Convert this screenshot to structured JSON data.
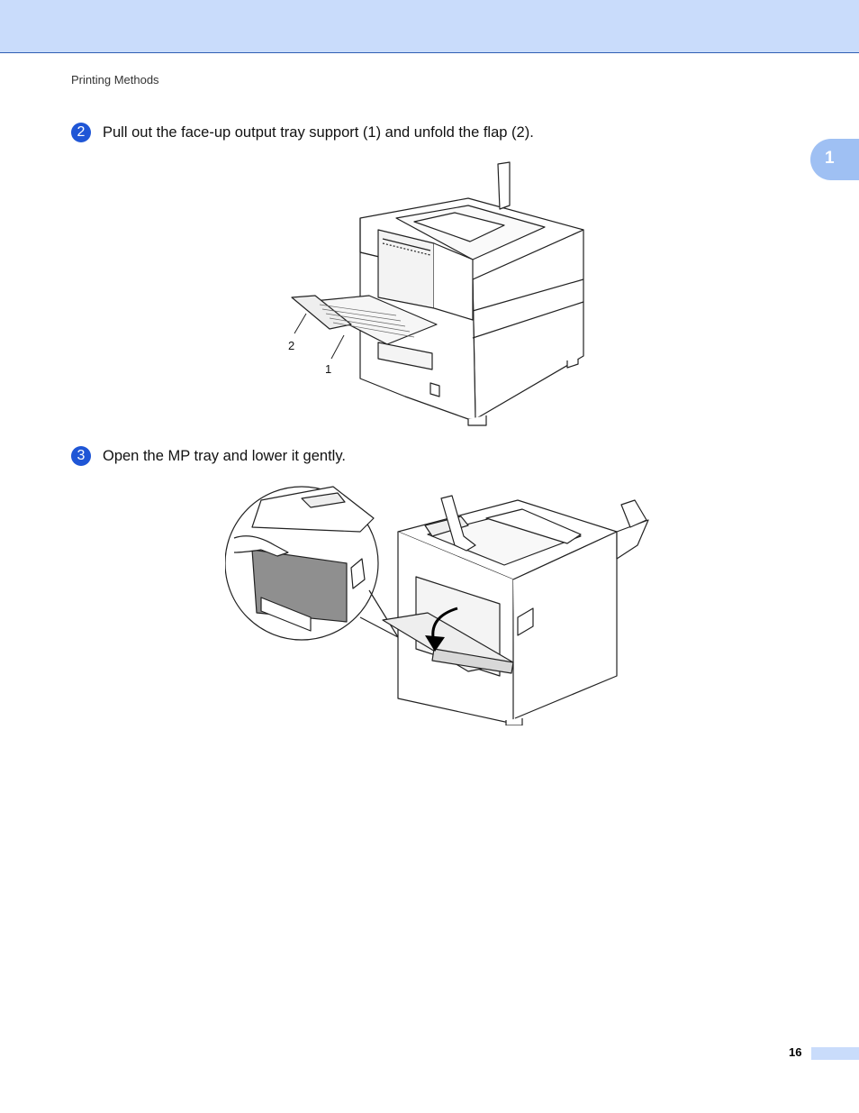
{
  "header": {
    "running_head": "Printing Methods"
  },
  "chapter_tab": {
    "number": "1"
  },
  "steps": [
    {
      "number": "2",
      "text": "Pull out the face-up output tray support (1) and unfold the flap (2)."
    },
    {
      "number": "3",
      "text": "Open the MP tray and lower it gently."
    }
  ],
  "figure1": {
    "callouts": [
      "2",
      "1"
    ]
  },
  "footer": {
    "page_number": "16"
  },
  "colors": {
    "header_band": "#c9dcfb",
    "header_rule": "#2f5fb3",
    "step_badge": "#1f56d6",
    "chapter_tab": "#9fc0f3",
    "mp_tray_highlight": "#8f8f8f"
  }
}
